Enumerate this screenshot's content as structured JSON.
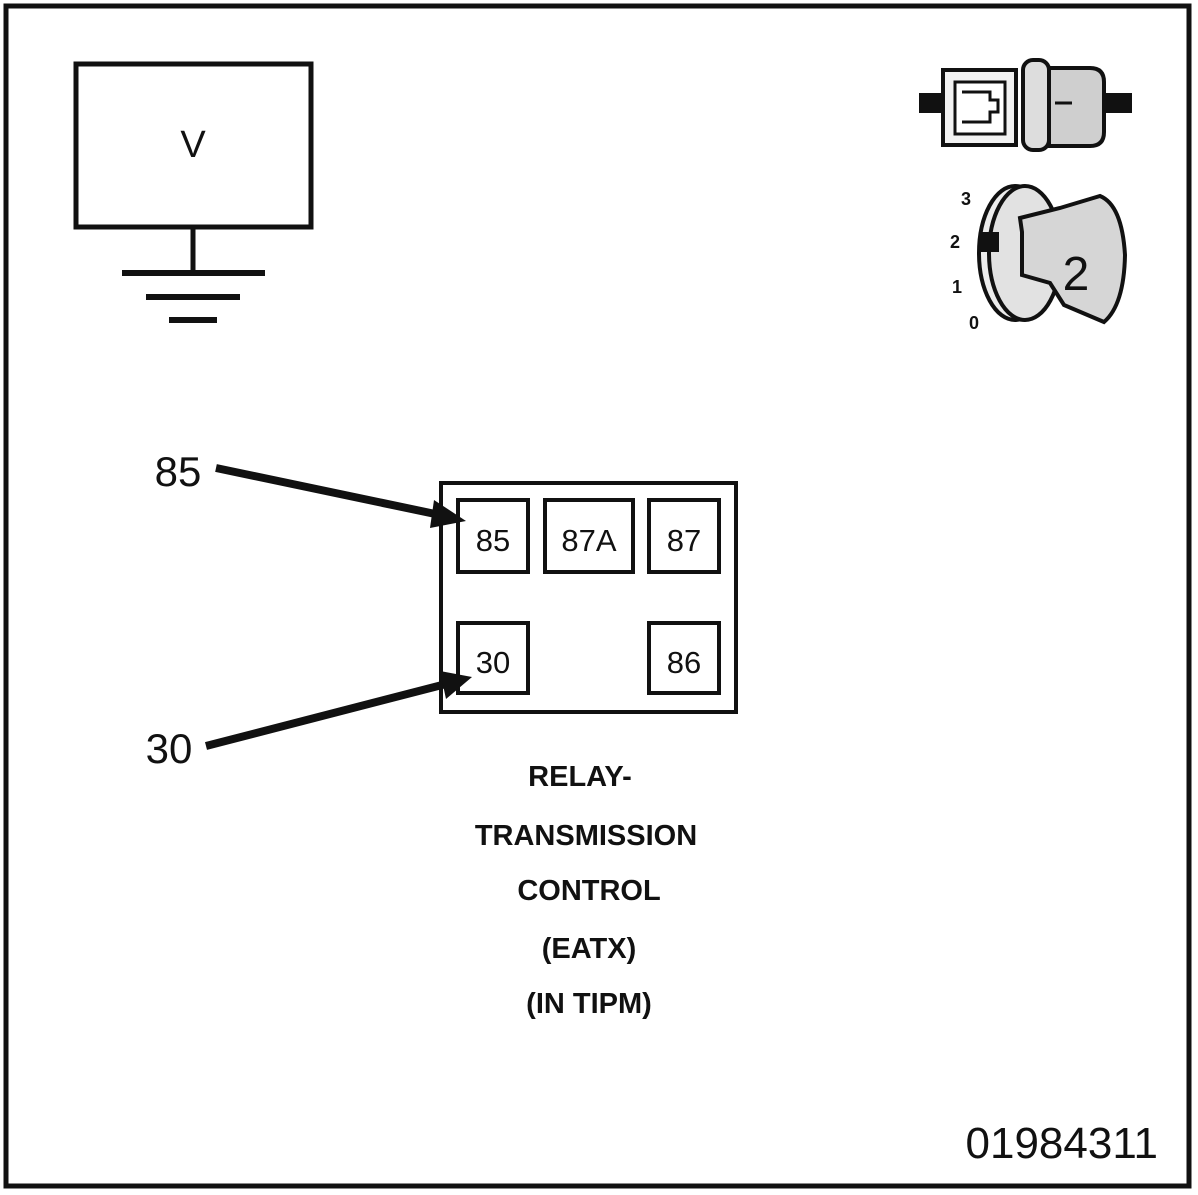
{
  "voltmeter": {
    "symbol": "V"
  },
  "ignition_key": {
    "positions": [
      "3",
      "2",
      "1",
      "0"
    ],
    "selected": "2"
  },
  "arrows": {
    "upper_label": "85",
    "lower_label": "30"
  },
  "relay": {
    "terminals_top": [
      "85",
      "87A",
      "87"
    ],
    "terminals_bottom": [
      "30",
      "86"
    ],
    "title_lines": [
      "RELAY-",
      "TRANSMISSION",
      "CONTROL",
      "(EATX)",
      "(IN TIPM)"
    ]
  },
  "figure_id": "01984311",
  "colors": {
    "ink": "#111111",
    "paper": "#ffffff"
  }
}
